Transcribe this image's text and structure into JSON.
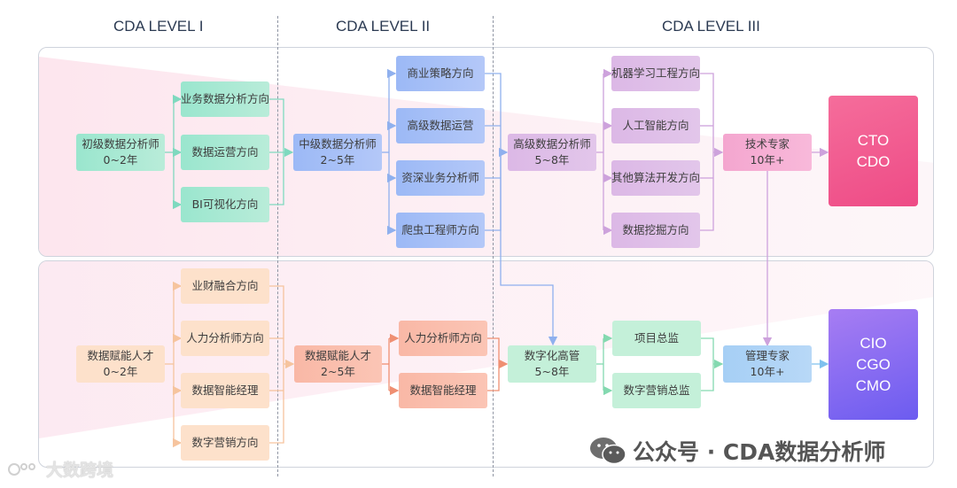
{
  "levels": [
    "CDA LEVEL I",
    "CDA LEVEL II",
    "CDA LEVEL III"
  ],
  "top": {
    "junior": {
      "line1": "初级数据分析师",
      "line2": "0~2年"
    },
    "junior_directions": [
      "业务数据分析方向",
      "数据运营方向",
      "BI可视化方向"
    ],
    "mid": {
      "line1": "中级数据分析师",
      "line2": "2~5年"
    },
    "mid_directions": [
      "商业策略方向",
      "高级数据运营",
      "资深业务分析师",
      "爬虫工程师方向"
    ],
    "senior": {
      "line1": "高级数据分析师",
      "line2": "5~8年"
    },
    "senior_directions": [
      "机器学习工程方向",
      "人工智能方向",
      "其他算法开发方向",
      "数据挖掘方向"
    ],
    "expert": {
      "line1": "技术专家",
      "line2": "10年+"
    },
    "exec": [
      "CTO",
      "CDO"
    ]
  },
  "bottom": {
    "junior": {
      "line1": "数据赋能人才",
      "line2": "0~2年"
    },
    "junior_directions": [
      "业财融合方向",
      "人力分析师方向",
      "数据智能经理",
      "数字营销方向"
    ],
    "mid": {
      "line1": "数据赋能人才",
      "line2": "2~5年"
    },
    "mid_directions": [
      "人力分析师方向",
      "数据智能经理"
    ],
    "senior": {
      "line1": "数字化高管",
      "line2": "5~8年"
    },
    "senior_directions": [
      "项目总监",
      "数字营销总监"
    ],
    "expert": {
      "line1": "管理专家",
      "line2": "10年+"
    },
    "exec": [
      "CIO",
      "CGO",
      "CMO"
    ]
  },
  "watermarks": {
    "wechat": "公众号 · CDA数据分析师",
    "corner": "大数跨境"
  },
  "colors": {
    "teal": "#9ae6ce",
    "blue": "#9cb9f6",
    "purple": "#dcb8e6",
    "pink": "#f4a6cf",
    "peach": "#fde1cb",
    "salmon": "#f9b8a6",
    "mint": "#c4f0d9",
    "light_blue": "#a6cff5",
    "cto": "#ee4b86",
    "cio": "#6c5cf0"
  }
}
